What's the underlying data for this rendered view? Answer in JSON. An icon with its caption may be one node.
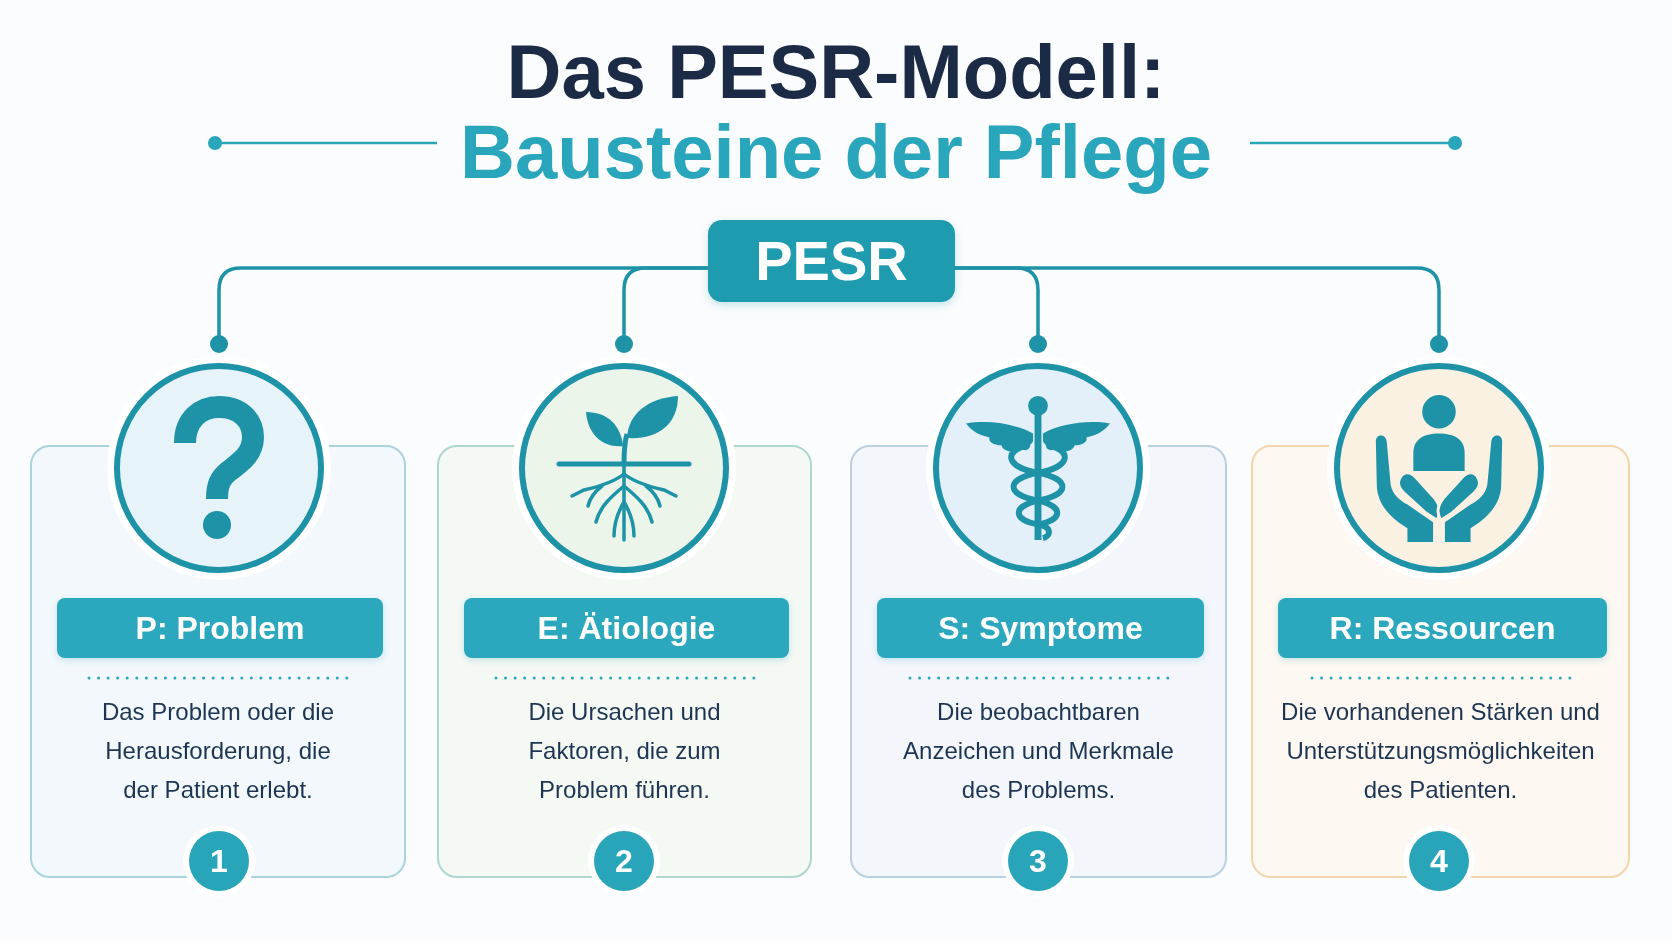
{
  "diagram": {
    "title": "Das PESR-Modell:",
    "nodes": [
      {
        "text": [
          "PESR"
        ]
      },
      {
        "text": [],
        "shape": "circle"
      },
      {
        "text": [
          "Das Problem oder die Herausforderung, die der Patient erlebt."
        ]
      },
      {
        "text": [
          "P: Problem"
        ],
        "in": 2
      },
      {
        "text": [
          "1"
        ]
      },
      {
        "text": [],
        "shape": "circle"
      },
      {
        "text": [
          "Die Ursachen und Faktoren, die zum Problem führen."
        ]
      },
      {
        "text": [
          "E: Ätiologie"
        ],
        "in": 6
      },
      {
        "text": [
          "2"
        ]
      },
      {
        "text": [],
        "shape": "circle"
      },
      {
        "text": [
          "Die beobachtbaren Anzeichen und Merkmale des Problems."
        ]
      },
      {
        "text": [
          "S: Symptome"
        ],
        "in": 10
      },
      {
        "text": [
          "3"
        ]
      },
      {
        "text": [],
        "shape": "circle"
      },
      {
        "text": [
          "Die vorhandenen Stärken und Unterstützungsmöglichkeiten des Patienten."
        ]
      },
      {
        "text": [
          "R: Ressourcen"
        ],
        "in": 14
      },
      {
        "text": [
          "4"
        ]
      }
    ],
    "edges": [
      {
        "from": 0,
        "to": 1,
        "arrow": "other"
      },
      {
        "from": 0,
        "to": 5,
        "arrow": "other"
      },
      {
        "from": 0,
        "to": 9,
        "arrow": "other"
      },
      {
        "from": 0,
        "to": 13,
        "arrow": "other"
      }
    ],
    "labels": [
      "Bausteine der Pflege"
    ]
  }
}
